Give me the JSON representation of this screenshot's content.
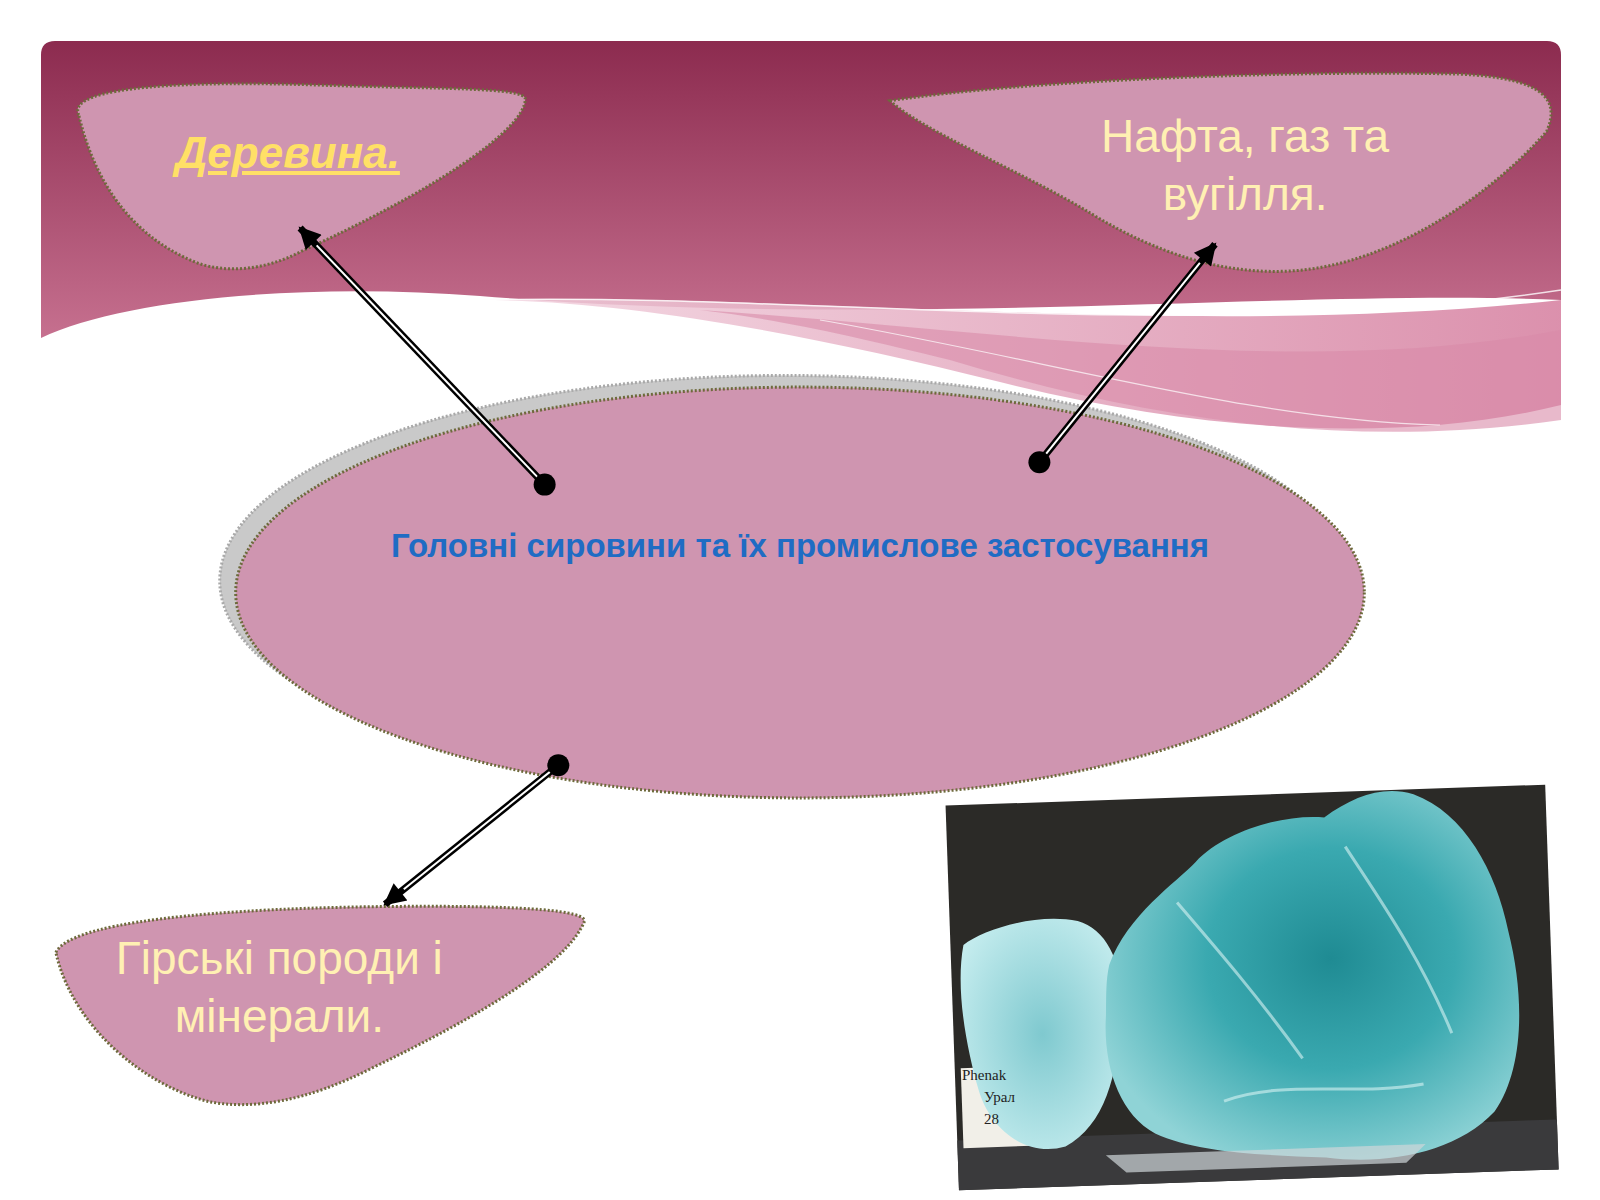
{
  "diagram": {
    "nodes": [
      {
        "text": [
          "Деревина."
        ]
      },
      {
        "text": [
          "Нафта, газ та вугілля."
        ]
      },
      {
        "text": [
          "Головні сировини та їх промислове застосування"
        ]
      },
      {
        "text": [
          "Гірські породи і мінерали."
        ]
      }
    ],
    "edges": [
      {
        "from": 2,
        "to": 0,
        "arrow": "to"
      },
      {
        "from": 2,
        "to": 1,
        "arrow": "to"
      },
      {
        "from": 2,
        "to": 3,
        "arrow": "to"
      }
    ],
    "labels": [
      "Phenak",
      "Урал",
      "28"
    ]
  }
}
